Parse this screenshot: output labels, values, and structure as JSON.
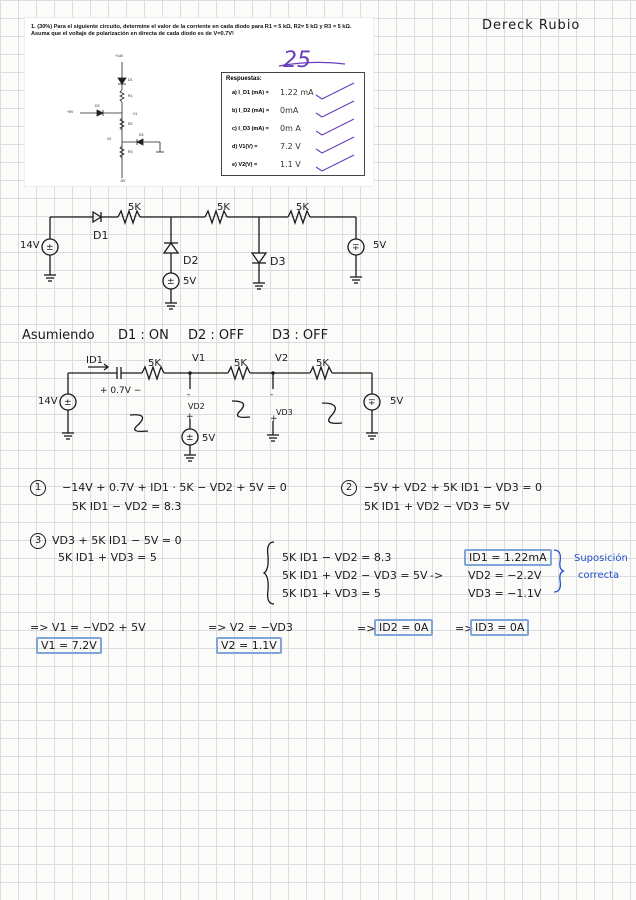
{
  "author": "Dereck Rubio",
  "score": "25",
  "problem": {
    "statement": "1. (30%) Para el siguiente circuito, determine el valor de la corriente en cada diodo para R1 = 5 kΩ, R2= 5 kΩ y R3 = 5 kΩ. Asuma que el voltaje de polarización en directa de cada diodo es de V=0.7V!",
    "schematic_labels": {
      "supply_top": "+14V",
      "supply_left": "+5V",
      "supply_bottom": "-5V",
      "d1": "D1",
      "d2": "D2",
      "d3": "D3",
      "r1": "R1",
      "r2": "R2",
      "r3": "R3",
      "v1": "V1",
      "v2": "V2"
    },
    "answers_title": "Respuestas:",
    "answers": [
      {
        "label": "a)  I_D1 (mA) =",
        "value": "1.22 mA"
      },
      {
        "label": "b)  I_D2 (mA) =",
        "value": "0mA"
      },
      {
        "label": "c)  I_D3 (mA) =",
        "value": "0m A"
      },
      {
        "label": "d)  V1(V) =",
        "value": "7.2 V"
      },
      {
        "label": "e)  V2(V) =",
        "value": "1.1 V"
      }
    ]
  },
  "circuit1": {
    "source_left": "14V",
    "source_right": "5V",
    "source_mid": "5V",
    "r_labels": [
      "5K",
      "5K",
      "5K"
    ],
    "d1": "D1",
    "d2": "D2",
    "d3": "D3"
  },
  "assumption": {
    "text": "Asumiendo",
    "d1": "D1 : ON",
    "d2": "D2 : OFF",
    "d3": "D3 : OFF"
  },
  "circuit2": {
    "source_left": "14V",
    "source_right": "5V",
    "source_mid": "5V",
    "r_labels": [
      "5K",
      "5K",
      "5K"
    ],
    "current": "ID1",
    "diode_drop": "+ 0.7V −",
    "v1": "V1",
    "v2": "V2",
    "vd2": "VD2",
    "vd3": "VD3",
    "loop1": "1",
    "loop2": "2",
    "loop3": "3"
  },
  "equations": {
    "eq1_num": "1",
    "eq1_line1": "−14V + 0.7V + ID1 · 5K − VD2 + 5V = 0",
    "eq1_line2": "5K ID1 − VD2 = 8.3",
    "eq2_num": "2",
    "eq2_line1": "−5V + VD2 + 5K ID1 − VD3 = 0",
    "eq2_line2": "5K ID1 + VD2 − VD3 = 5V",
    "eq3_num": "3",
    "eq3_line1": "VD3 + 5K ID1 − 5V = 0",
    "eq3_line2": "5K ID1 + VD3 = 5",
    "system": [
      "5K ID1 − VD2 = 8.3",
      "5K ID1 + VD2 − VD3 = 5V",
      "5K ID1 + VD3 = 5"
    ],
    "arrow": "->",
    "result_id1": "ID1 = 1.22mA",
    "result_vd2": "VD2 = −2.2V",
    "result_vd3": "VD3 = −1.1V",
    "note_line1": "Suposición",
    "note_line2": "correcta"
  },
  "final": {
    "v1_line": "=> V1 = −VD2 + 5V",
    "v1_result": "V1 = 7.2V",
    "v2_line": "=> V2 = −VD3",
    "v2_result": "V2 = 1.1V",
    "id2_prefix": "=>",
    "id2_result": "ID2 = 0A",
    "id3_prefix": "=>",
    "id3_result": "ID3 = 0A"
  },
  "colors": {
    "ink": "#1a1a1a",
    "blue_ink": "#1f4fd1",
    "box_blue": "#7fa6d6",
    "purple_ink": "#6a3dbd",
    "grid": "#dcdcdc"
  }
}
